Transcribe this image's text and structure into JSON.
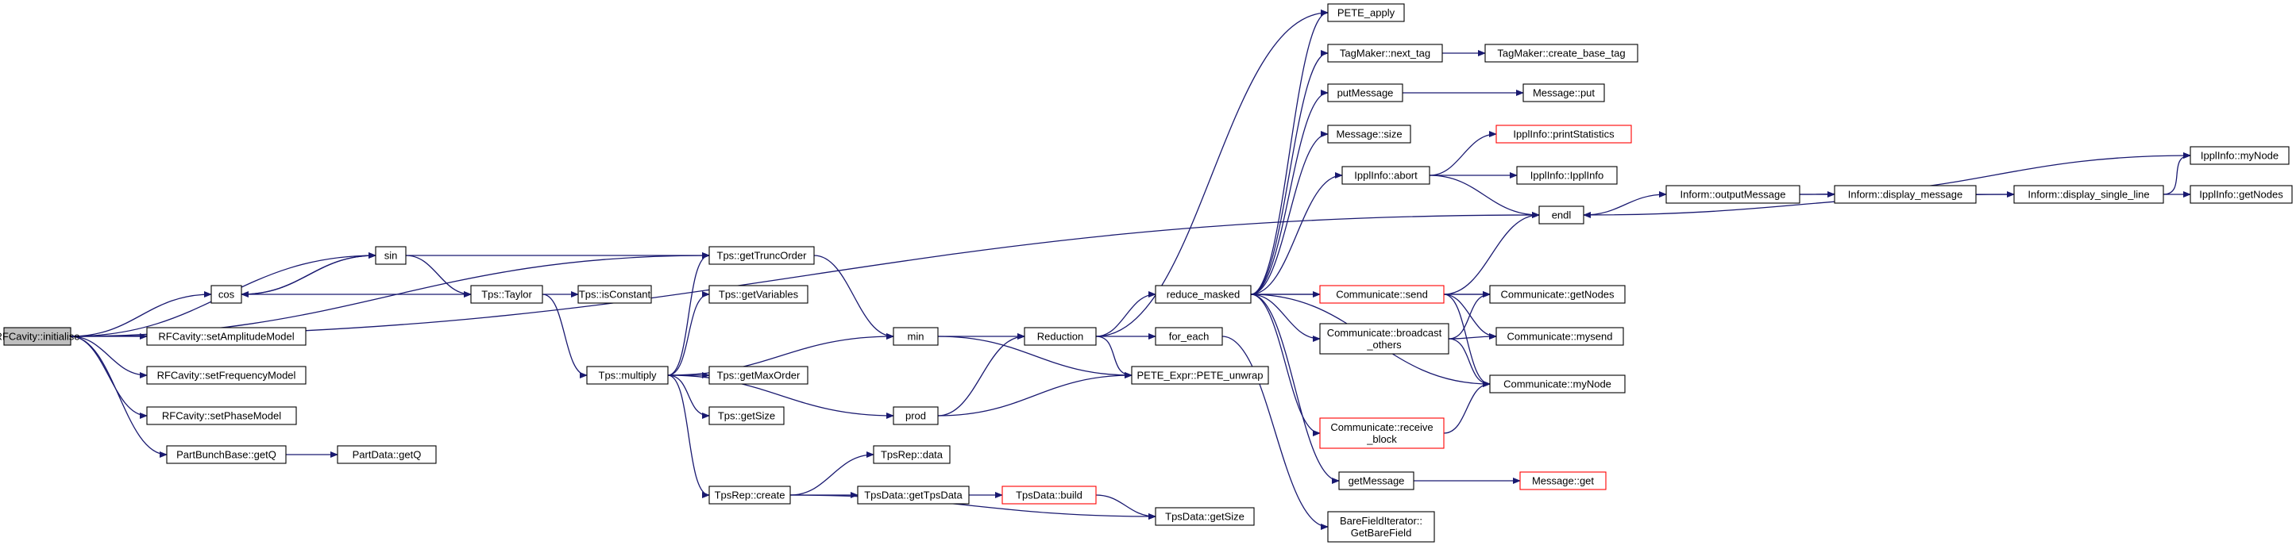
{
  "graph": {
    "nodes": [
      {
        "id": "rfcavity_initialise",
        "label": [
          "RFCavity::initialise"
        ],
        "root": true
      },
      {
        "id": "sin",
        "label": [
          "sin"
        ]
      },
      {
        "id": "cos",
        "label": [
          "cos"
        ]
      },
      {
        "id": "tps_taylor",
        "label": [
          "Tps::Taylor"
        ]
      },
      {
        "id": "tps_isconstant",
        "label": [
          "Tps::isConstant"
        ]
      },
      {
        "id": "tps_multiply",
        "label": [
          "Tps::multiply"
        ]
      },
      {
        "id": "tps_gettruncorder",
        "label": [
          "Tps::getTruncOrder"
        ]
      },
      {
        "id": "tps_getvariables",
        "label": [
          "Tps::getVariables"
        ]
      },
      {
        "id": "tps_getmaxorder",
        "label": [
          "Tps::getMaxOrder"
        ]
      },
      {
        "id": "tps_getsize",
        "label": [
          "Tps::getSize"
        ]
      },
      {
        "id": "tpsrep_create",
        "label": [
          "TpsRep::create"
        ]
      },
      {
        "id": "tpsrep_data",
        "label": [
          "TpsRep::data"
        ]
      },
      {
        "id": "tpsdata_gettpsdata",
        "label": [
          "TpsData::getTpsData"
        ]
      },
      {
        "id": "tpsdata_build",
        "label": [
          "TpsData::build"
        ],
        "red": true
      },
      {
        "id": "tpsdata_getsize",
        "label": [
          "TpsData::getSize"
        ]
      },
      {
        "id": "rfcavity_setamplitudemodel",
        "label": [
          "RFCavity::setAmplitudeModel"
        ]
      },
      {
        "id": "rfcavity_setfrequencymodel",
        "label": [
          "RFCavity::setFrequencyModel"
        ]
      },
      {
        "id": "rfcavity_setphasemodel",
        "label": [
          "RFCavity::setPhaseModel"
        ]
      },
      {
        "id": "partbunchbase_getq",
        "label": [
          "PartBunchBase::getQ"
        ]
      },
      {
        "id": "partdata_getq",
        "label": [
          "PartData::getQ"
        ]
      },
      {
        "id": "min",
        "label": [
          "min"
        ]
      },
      {
        "id": "prod",
        "label": [
          "prod"
        ]
      },
      {
        "id": "reduction",
        "label": [
          "Reduction"
        ]
      },
      {
        "id": "pete_expr_unwrap",
        "label": [
          "PETE_Expr::PETE_unwrap"
        ]
      },
      {
        "id": "reduce_masked",
        "label": [
          "reduce_masked"
        ]
      },
      {
        "id": "for_each",
        "label": [
          "for_each"
        ]
      },
      {
        "id": "pete_apply",
        "label": [
          "PETE_apply"
        ]
      },
      {
        "id": "tagmaker_next_tag",
        "label": [
          "TagMaker::next_tag"
        ]
      },
      {
        "id": "tagmaker_create_base_tag",
        "label": [
          "TagMaker::create_base_tag"
        ]
      },
      {
        "id": "putmessage",
        "label": [
          "putMessage"
        ]
      },
      {
        "id": "message_put",
        "label": [
          "Message::put"
        ]
      },
      {
        "id": "message_size",
        "label": [
          "Message::size"
        ]
      },
      {
        "id": "ipplinfo_abort",
        "label": [
          "IpplInfo::abort"
        ]
      },
      {
        "id": "ipplinfo_printstatistics",
        "label": [
          "IpplInfo::printStatistics"
        ],
        "red": true
      },
      {
        "id": "ipplinfo_ipplinfo",
        "label": [
          "IpplInfo::IpplInfo"
        ]
      },
      {
        "id": "communicate_send",
        "label": [
          "Communicate::send"
        ],
        "red": true
      },
      {
        "id": "communicate_broadcast_others",
        "label": [
          "Communicate::broadcast",
          "_others"
        ]
      },
      {
        "id": "communicate_receive_block",
        "label": [
          "Communicate::receive",
          "_block"
        ],
        "red": true
      },
      {
        "id": "getmessage",
        "label": [
          "getMessage"
        ]
      },
      {
        "id": "message_get",
        "label": [
          "Message::get"
        ],
        "red": true
      },
      {
        "id": "barefielditerator_getbarefield",
        "label": [
          "BareFieldIterator::",
          "GetBareField"
        ]
      },
      {
        "id": "communicate_getnodes",
        "label": [
          "Communicate::getNodes"
        ]
      },
      {
        "id": "communicate_mysend",
        "label": [
          "Communicate::mysend"
        ]
      },
      {
        "id": "communicate_mynode",
        "label": [
          "Communicate::myNode"
        ]
      },
      {
        "id": "endl",
        "label": [
          "endl"
        ]
      },
      {
        "id": "inform_outputmessage",
        "label": [
          "Inform::outputMessage"
        ]
      },
      {
        "id": "inform_display_message",
        "label": [
          "Inform::display_message"
        ]
      },
      {
        "id": "inform_display_single_line",
        "label": [
          "Inform::display_single_line"
        ]
      },
      {
        "id": "ipplinfo_mynode",
        "label": [
          "IpplInfo::myNode"
        ]
      },
      {
        "id": "ipplinfo_getnodes",
        "label": [
          "IpplInfo::getNodes"
        ]
      }
    ],
    "edges": [
      [
        "rfcavity_initialise",
        "cos"
      ],
      [
        "rfcavity_initialise",
        "sin"
      ],
      [
        "rfcavity_initialise",
        "endl"
      ],
      [
        "rfcavity_initialise",
        "tps_gettruncorder"
      ],
      [
        "rfcavity_initialise",
        "rfcavity_setamplitudemodel"
      ],
      [
        "rfcavity_initialise",
        "rfcavity_setfrequencymodel"
      ],
      [
        "rfcavity_initialise",
        "rfcavity_setphasemodel"
      ],
      [
        "rfcavity_initialise",
        "partbunchbase_getq"
      ],
      [
        "cos",
        "sin"
      ],
      [
        "sin",
        "cos"
      ],
      [
        "cos",
        "tps_taylor"
      ],
      [
        "sin",
        "tps_taylor"
      ],
      [
        "sin",
        "tps_gettruncorder"
      ],
      [
        "tps_taylor",
        "tps_isconstant"
      ],
      [
        "tps_taylor",
        "tps_multiply"
      ],
      [
        "tps_multiply",
        "tps_gettruncorder"
      ],
      [
        "tps_multiply",
        "tps_getvariables"
      ],
      [
        "tps_multiply",
        "tps_getmaxorder"
      ],
      [
        "tps_multiply",
        "tps_getsize"
      ],
      [
        "tps_multiply",
        "tpsrep_create"
      ],
      [
        "tps_multiply",
        "min"
      ],
      [
        "tps_multiply",
        "prod"
      ],
      [
        "tps_gettruncorder",
        "min"
      ],
      [
        "tpsrep_create",
        "tpsrep_data"
      ],
      [
        "tpsrep_create",
        "tpsdata_gettpsdata"
      ],
      [
        "tpsrep_create",
        "tpsdata_getsize"
      ],
      [
        "tpsdata_gettpsdata",
        "tpsdata_build"
      ],
      [
        "tpsdata_build",
        "tpsdata_getsize"
      ],
      [
        "partbunchbase_getq",
        "partdata_getq"
      ],
      [
        "min",
        "reduction"
      ],
      [
        "min",
        "pete_expr_unwrap"
      ],
      [
        "prod",
        "reduction"
      ],
      [
        "prod",
        "pete_expr_unwrap"
      ],
      [
        "reduction",
        "pete_apply"
      ],
      [
        "reduction",
        "reduce_masked"
      ],
      [
        "reduction",
        "for_each"
      ],
      [
        "reduction",
        "pete_expr_unwrap"
      ],
      [
        "reduce_masked",
        "pete_apply"
      ],
      [
        "reduce_masked",
        "tagmaker_next_tag"
      ],
      [
        "reduce_masked",
        "putmessage"
      ],
      [
        "reduce_masked",
        "message_size"
      ],
      [
        "reduce_masked",
        "ipplinfo_abort"
      ],
      [
        "reduce_masked",
        "communicate_send"
      ],
      [
        "reduce_masked",
        "communicate_broadcast_others"
      ],
      [
        "reduce_masked",
        "communicate_receive_block"
      ],
      [
        "reduce_masked",
        "getmessage"
      ],
      [
        "reduce_masked",
        "communicate_getnodes"
      ],
      [
        "reduce_masked",
        "communicate_mynode"
      ],
      [
        "for_each",
        "barefielditerator_getbarefield"
      ],
      [
        "tagmaker_next_tag",
        "tagmaker_create_base_tag"
      ],
      [
        "putmessage",
        "message_put"
      ],
      [
        "ipplinfo_abort",
        "ipplinfo_printstatistics"
      ],
      [
        "ipplinfo_abort",
        "ipplinfo_ipplinfo"
      ],
      [
        "ipplinfo_abort",
        "endl"
      ],
      [
        "communicate_send",
        "endl"
      ],
      [
        "communicate_send",
        "communicate_getnodes"
      ],
      [
        "communicate_send",
        "communicate_mysend"
      ],
      [
        "communicate_send",
        "communicate_mynode"
      ],
      [
        "communicate_broadcast_others",
        "communicate_getnodes"
      ],
      [
        "communicate_broadcast_others",
        "communicate_mysend"
      ],
      [
        "communicate_broadcast_others",
        "communicate_mynode"
      ],
      [
        "communicate_receive_block",
        "communicate_mynode"
      ],
      [
        "getmessage",
        "message_get"
      ],
      [
        "endl",
        "inform_outputmessage"
      ],
      [
        "inform_outputmessage",
        "inform_display_message"
      ],
      [
        "inform_outputmessage",
        "ipplinfo_mynode"
      ],
      [
        "inform_display_message",
        "inform_display_single_line"
      ],
      [
        "inform_display_single_line",
        "endl"
      ],
      [
        "inform_display_single_line",
        "ipplinfo_mynode"
      ],
      [
        "inform_display_single_line",
        "ipplinfo_getnodes"
      ]
    ]
  }
}
